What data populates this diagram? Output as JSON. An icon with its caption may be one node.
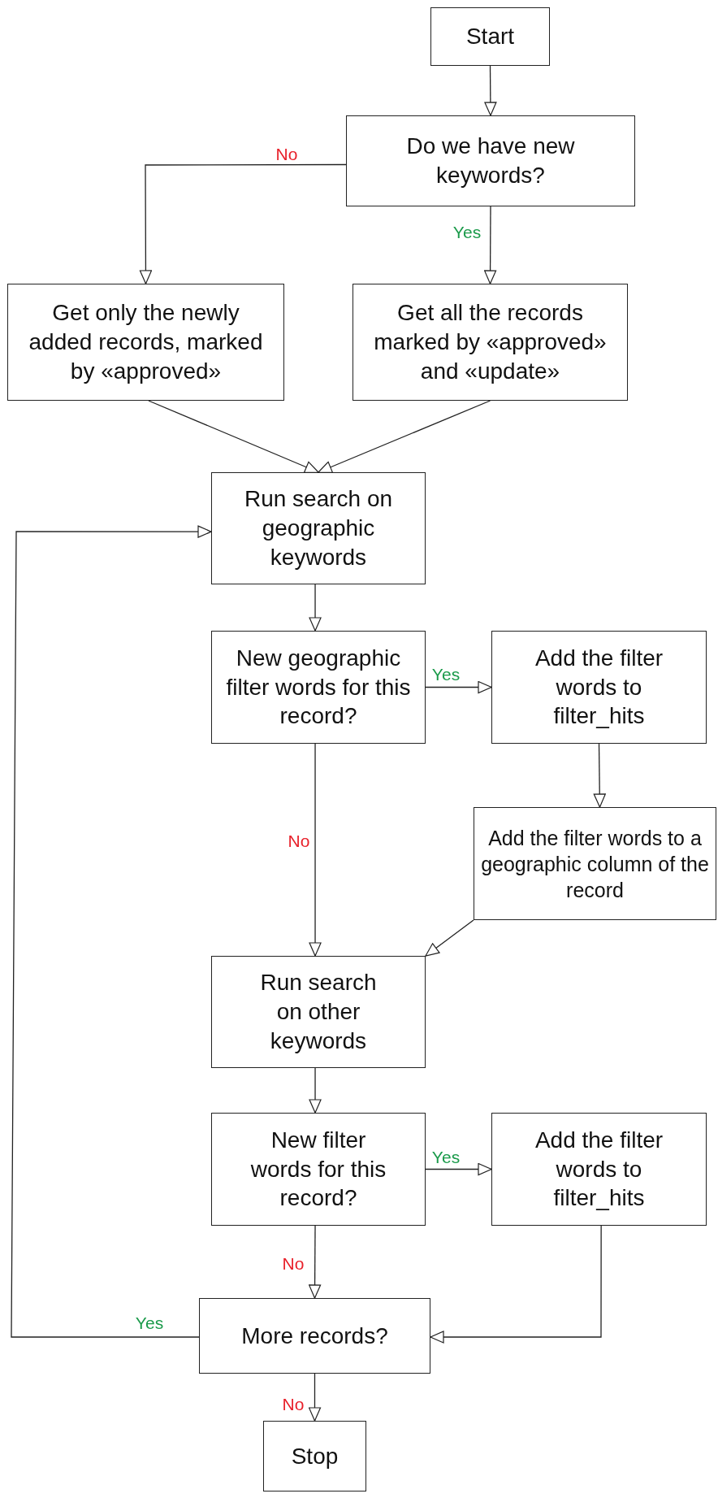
{
  "diagram": {
    "nodes": [
      {
        "text": [
          "Start"
        ]
      },
      {
        "text": [
          "Do we have new keywords?"
        ]
      },
      {
        "text": [
          "Get only the newly added records, marked by «approved»"
        ]
      },
      {
        "text": [
          "Get all the records marked by «approved» and «update»"
        ]
      },
      {
        "text": [
          "Run search on geographic keywords"
        ]
      },
      {
        "text": [
          "New geographic filter words for this record?"
        ]
      },
      {
        "text": [
          "Add the filter words to filter_hits"
        ]
      },
      {
        "text": [
          "Add the filter words to a geographic column of the record"
        ]
      },
      {
        "text": [
          "Run search on other keywords"
        ]
      },
      {
        "text": [
          "New filter words for this record?"
        ]
      },
      {
        "text": [
          "Add the filter words to filter_hits"
        ]
      },
      {
        "text": [
          "More records?"
        ]
      },
      {
        "text": [
          "Stop"
        ]
      }
    ],
    "edges": [
      {
        "from": 0,
        "to": 1,
        "arrow": "to"
      },
      {
        "from": 1,
        "to": 2,
        "arrow": "to",
        "label": "No"
      },
      {
        "from": 1,
        "to": 3,
        "arrow": "to",
        "label": "Yes"
      },
      {
        "from": 2,
        "to": 4,
        "arrow": "to"
      },
      {
        "from": 3,
        "to": 4,
        "arrow": "to"
      },
      {
        "from": 11,
        "to": 4,
        "arrow": "to",
        "label": "Yes"
      },
      {
        "from": 4,
        "to": 5,
        "arrow": "to"
      },
      {
        "from": 5,
        "to": 6,
        "arrow": "to",
        "label": "Yes"
      },
      {
        "from": 6,
        "to": 7,
        "arrow": "to"
      },
      {
        "from": 5,
        "to": 8,
        "arrow": "to",
        "label": "No"
      },
      {
        "from": 7,
        "to": 8,
        "arrow": "to"
      },
      {
        "from": 8,
        "to": 9,
        "arrow": "to"
      },
      {
        "from": 9,
        "to": 10,
        "arrow": "to",
        "label": "Yes"
      },
      {
        "from": 9,
        "to": 11,
        "arrow": "to",
        "label": "No"
      },
      {
        "from": 10,
        "to": 11,
        "arrow": "to"
      },
      {
        "from": 11,
        "to": 12,
        "arrow": "to",
        "label": "No"
      }
    ]
  }
}
